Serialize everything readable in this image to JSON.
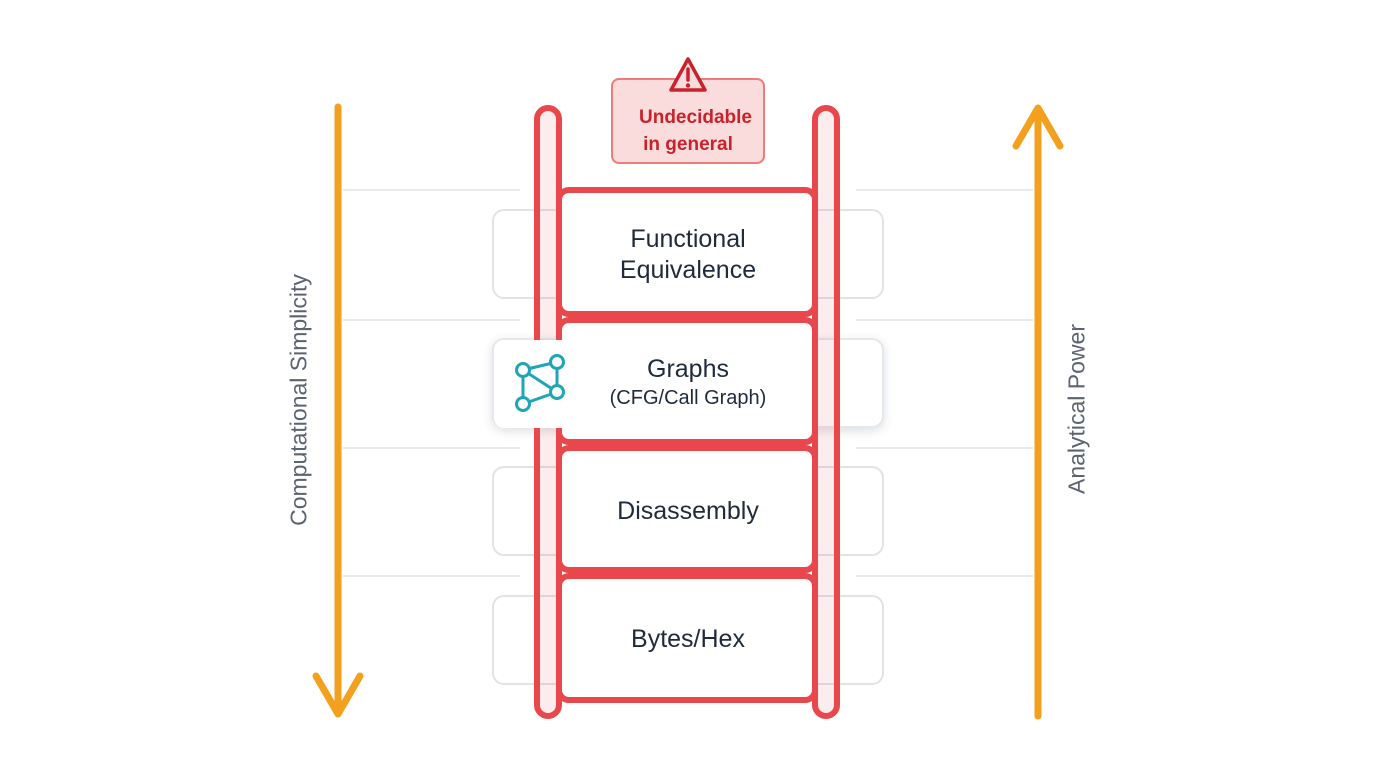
{
  "warning": {
    "label": "Undecidable in general",
    "icon": "warning-triangle-icon"
  },
  "rungs": [
    {
      "title": "Functional Equivalence",
      "subtitle": ""
    },
    {
      "title": "Graphs",
      "subtitle": "(CFG/Call Graph)",
      "icon": "graph-network-icon"
    },
    {
      "title": "Disassembly",
      "subtitle": ""
    },
    {
      "title": "Bytes/Hex",
      "subtitle": ""
    }
  ],
  "axes": {
    "left": {
      "label": "Computational Simplicity",
      "direction": "down"
    },
    "right": {
      "label": "Analytical Power",
      "direction": "up"
    }
  },
  "colors": {
    "ladder": "#e8474b",
    "arrows": "#f2a01e",
    "warning_text": "#c8232c",
    "warning_fill": "#fbdcdc",
    "graph_icon": "#1fa5b3",
    "text": "#1f2a3a",
    "side_text": "#5c6370"
  }
}
